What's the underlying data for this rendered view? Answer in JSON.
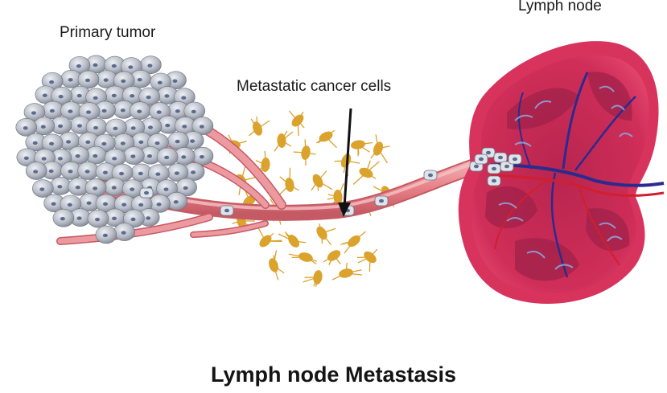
{
  "labels": {
    "primary_tumor": "Primary tumor",
    "metastatic_cells": "Metastatic cancer cells",
    "lymph_node": "Lymph node"
  },
  "title": "Lymph node Metastasis",
  "colors": {
    "tumor_cell": "#b7bcc6",
    "tumor_nucleus": "#5b6b8f",
    "vessel": "#e57f86",
    "vessel_highlight": "#f4b3b6",
    "nerve_cell": "#dba22c",
    "node_outer": "#d8335c",
    "node_inner": "#8c1f45",
    "node_vein": "#2a2b8f",
    "arrow": "#111111"
  }
}
